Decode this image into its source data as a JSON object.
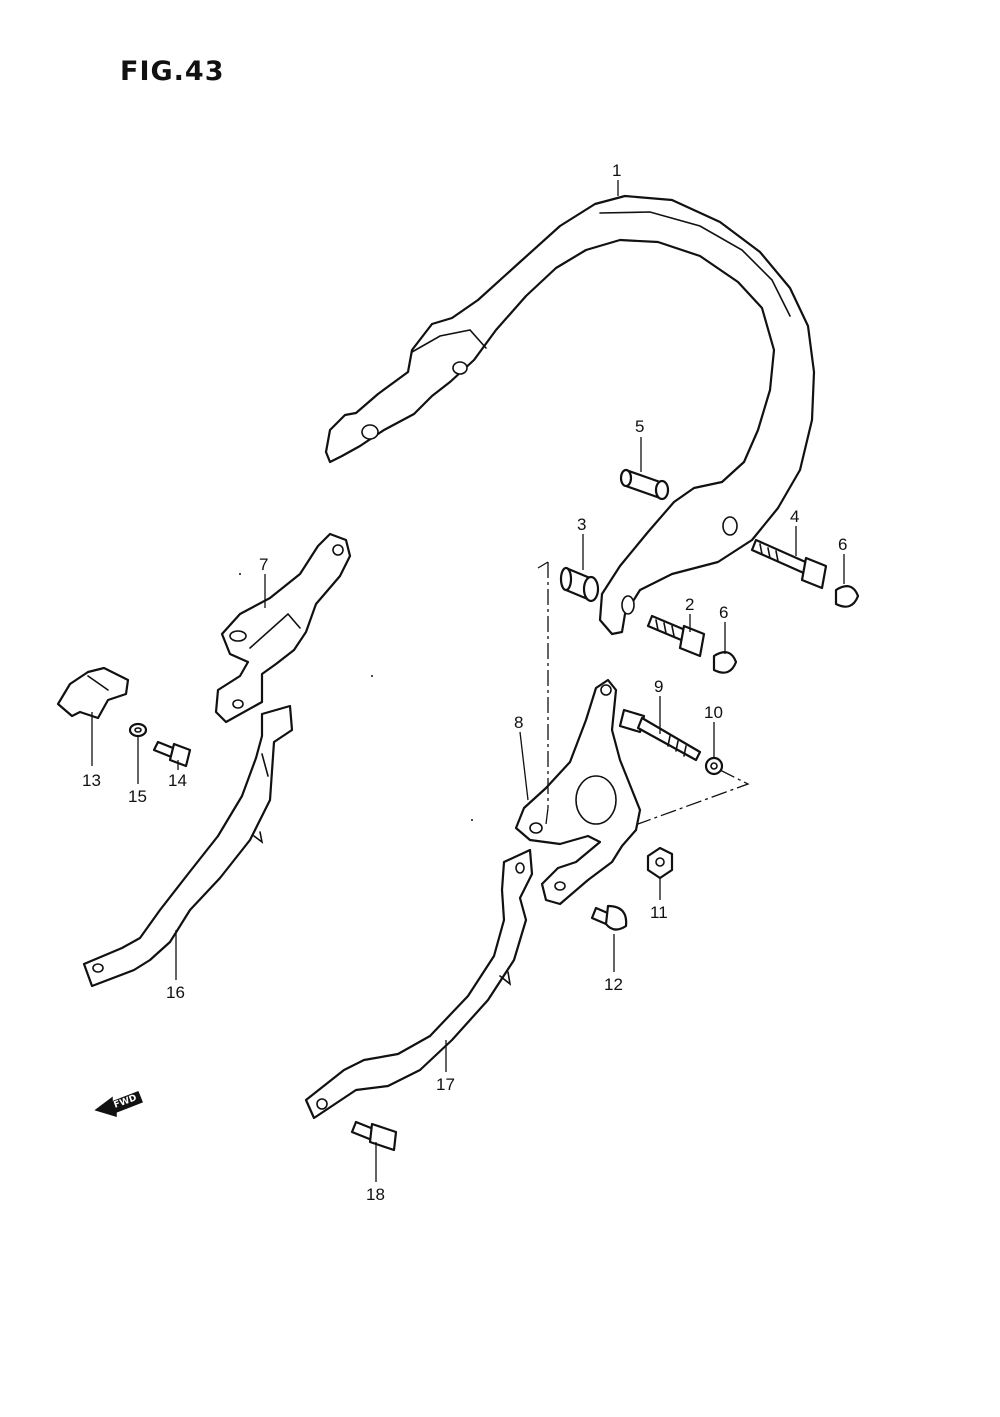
{
  "figure": {
    "title": "FIG.43"
  },
  "fwd_arrow": {
    "label": "FWD"
  },
  "callouts": [
    "1",
    "2",
    "3",
    "4",
    "5",
    "6",
    "6",
    "7",
    "8",
    "9",
    "10",
    "11",
    "12",
    "13",
    "14",
    "15",
    "16",
    "17",
    "18"
  ]
}
